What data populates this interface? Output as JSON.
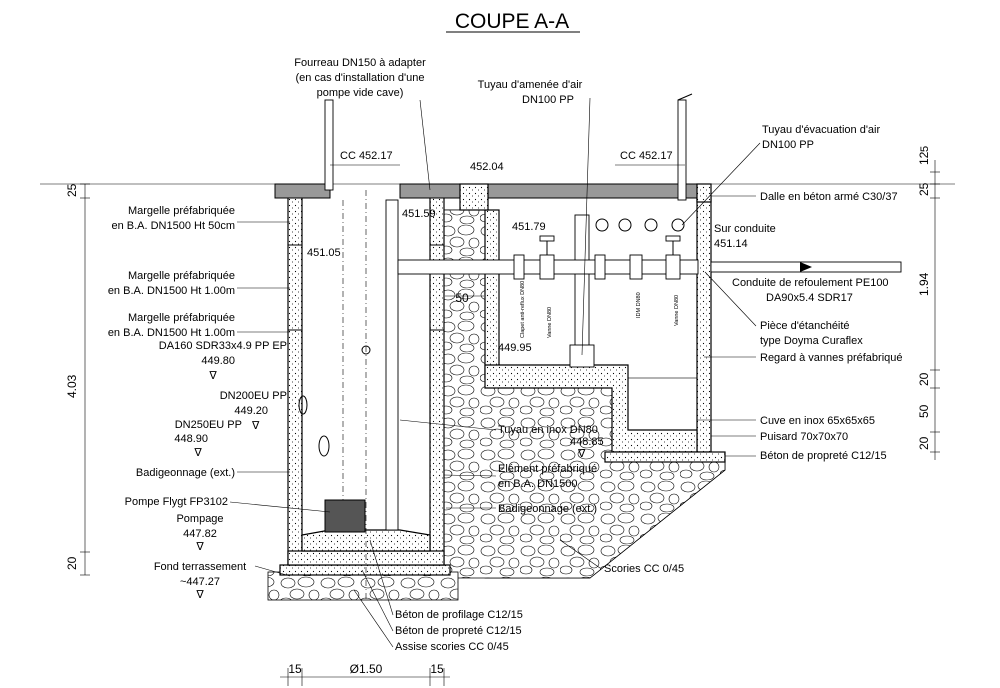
{
  "title": "COUPE A-A",
  "labels": {
    "fourreau": [
      "Fourreau DN150 à adapter",
      "(en cas d'installation d'une",
      "pompe vide cave)"
    ],
    "tuyau_amenee": [
      "Tuyau d'amenée d'air",
      "DN100 PP"
    ],
    "tuyau_evacuation": [
      "Tuyau d'évacuation d'air",
      "DN100 PP"
    ],
    "dalle": "Dalle en béton armé C30/37",
    "sur_conduite": "Sur conduite",
    "conduite_refoulement": [
      "Conduite de refoulement PE100",
      "DA90x5.4 SDR17"
    ],
    "piece_etancheite": [
      "Pièce d'étanchéité",
      "type Doyma Curaflex"
    ],
    "regard_vannes": "Regard à vannes préfabriqué",
    "cuve_inox": "Cuve en inox 65x65x65",
    "puisard": "Puisard 70x70x70",
    "beton_proprete_right": "Béton de propreté C12/15",
    "scories_cc": "Scories CC 0/45",
    "margelle_50": [
      "Margelle préfabriquée",
      "en B.A. DN1500 Ht 50cm"
    ],
    "margelle_100a": [
      "Margelle préfabriquée",
      "en B.A. DN1500 Ht 1.00m"
    ],
    "margelle_100b": "Margelle préfabriquée",
    "margelle_100b_l2": "en B.A. DN1500 Ht 1.00m",
    "da160": "DA160 SDR33x4.9 PP EP",
    "dn200": "DN200EU PP",
    "dn250": "DN250EU PP",
    "badigeonnage_left": "Badigeonnage (ext.)",
    "pompe": [
      "Pompe Flygt FP3102",
      "Pompage"
    ],
    "fond_terrassement": "Fond terrassement",
    "tuyau_inox": "Tuyau en inox DN80",
    "element_prefab": [
      "Elément préfabriqué",
      "en B.A. DN1500"
    ],
    "badigeonnage_right": "Badigeonnage (ext.)",
    "beton_profilage": "Béton de profilage C12/15",
    "beton_proprete_bottom": "Béton de propreté C12/15",
    "assise_scories": "Assise scories CC 0/45",
    "clapet": "Clapet anti-reflux DN80",
    "vanne1": "Vanne DN80",
    "idm": "IDM DN80",
    "vanne2": "Vanne DN80"
  },
  "levels": {
    "cc_left": "CC 452.17",
    "cc_right": "CC 452.17",
    "top_mid": "452.04",
    "l451_59": "451.59",
    "l451_79": "451.79",
    "l451_05": "451.05",
    "l451_14": "451.14",
    "l449_95": "449.95",
    "l449_80": "449.80",
    "l449_20": "449.20",
    "l448_90": "448.90",
    "l448_85": "448.85",
    "l447_82": "447.82",
    "l447_27": "~447.27"
  },
  "dimensions": {
    "left_25": "25",
    "left_403": "4.03",
    "left_20": "20",
    "right_12_5": "12",
    "right_12_5_sup": "5",
    "right_25": "25",
    "right_194": "1.94",
    "right_20a": "20",
    "right_50": "50",
    "right_20b": "20",
    "inner_50": "50",
    "bottom_15a": "15",
    "bottom_diam": "Ø1.50",
    "bottom_15b": "15"
  }
}
